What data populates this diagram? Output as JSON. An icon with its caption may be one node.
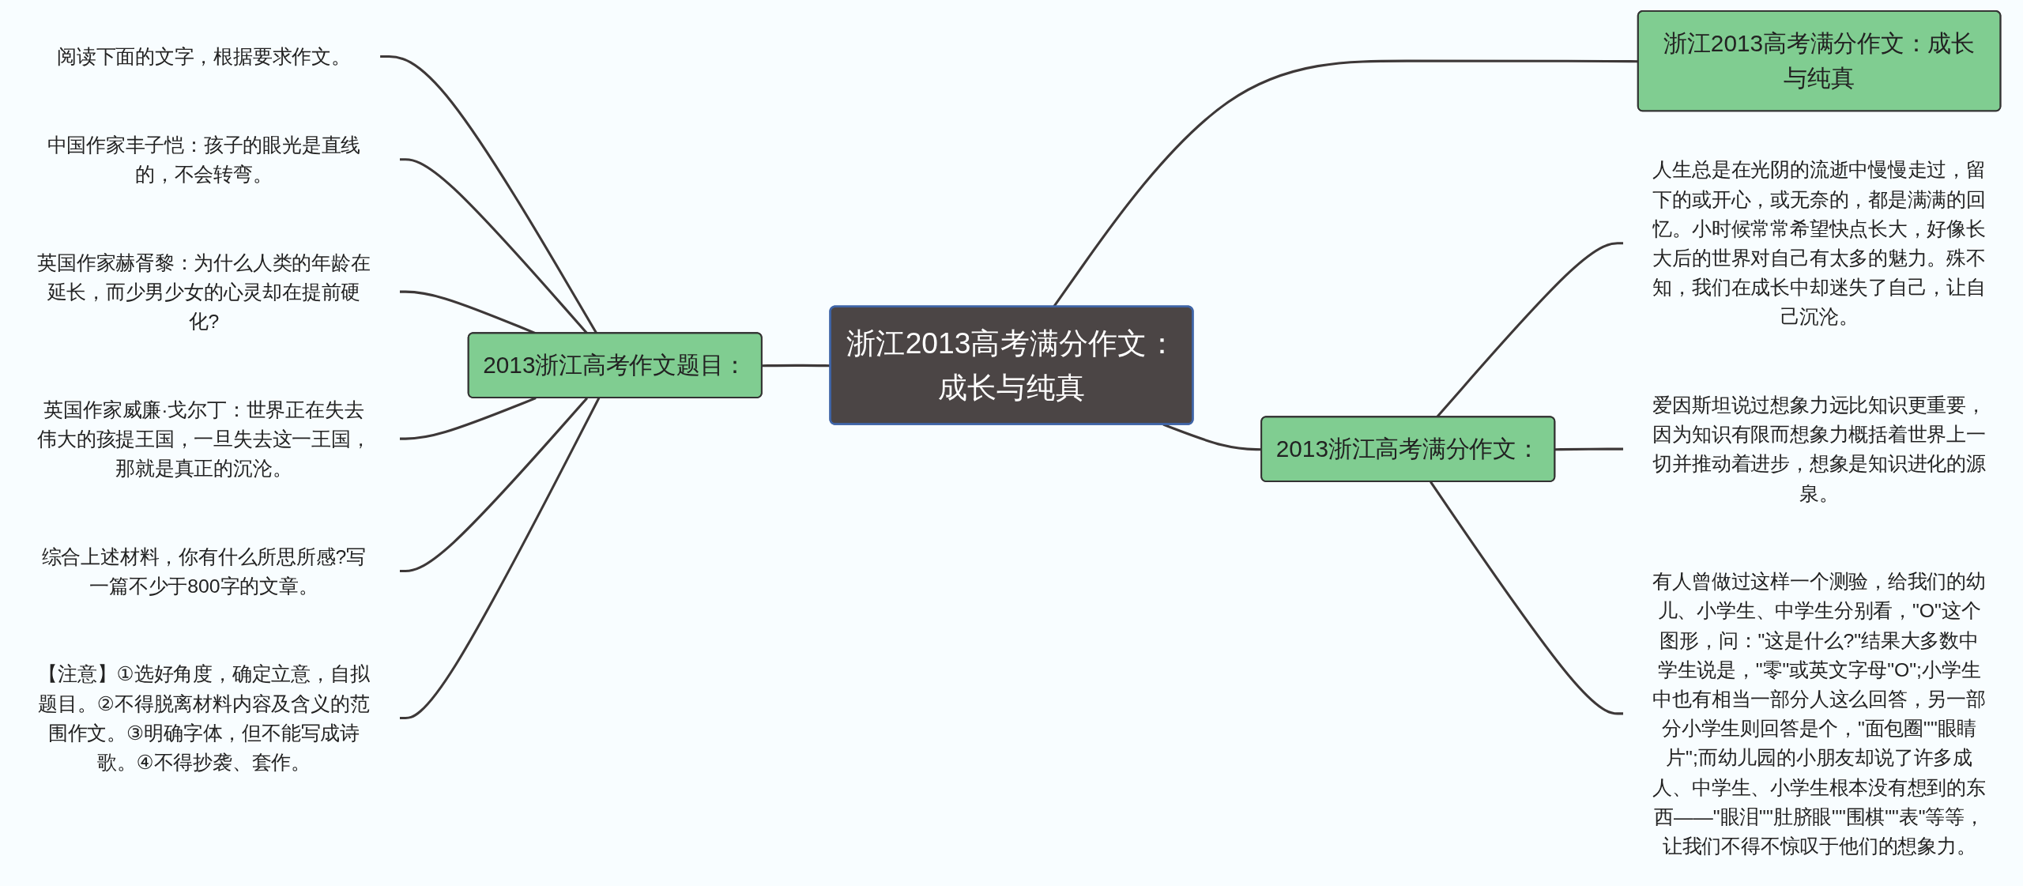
{
  "diagram": {
    "nodes": [
      {
        "text": [
          "浙江2013高考满分作文：成长与纯真"
        ]
      },
      {
        "text": [
          "2013浙江高考作文题目："
        ]
      },
      {
        "text": [
          "阅读下面的文字，根据要求作文。"
        ]
      },
      {
        "text": [
          "中国作家丰子恺：孩子的眼光是直线的，不会转弯。"
        ]
      },
      {
        "text": [
          "英国作家赫胥黎：为什么人类的年龄在延长，而少男少女的心灵却在提前硬化?"
        ]
      },
      {
        "text": [
          "英国作家威廉·戈尔丁：世界正在失去伟大的孩提王国，一旦失去这一王国，那就是真正的沉沦。"
        ]
      },
      {
        "text": [
          "综合上述材料，你有什么所思所感?写一篇不少于800字的文章。"
        ]
      },
      {
        "text": [
          "【注意】①选好角度，确定立意，自拟题目。②不得脱离材料内容及含义的范围作文。③明确字体，但不能写成诗歌。④不得抄袭、套作。"
        ]
      },
      {
        "text": [
          "浙江2013高考满分作文：成长与纯真"
        ]
      },
      {
        "text": [
          "2013浙江高考满分作文："
        ]
      },
      {
        "text": [
          "人生总是在光阴的流逝中慢慢走过，留下的或开心，或无奈的，都是满满的回忆。小时候常常希望快点长大，好像长大后的世界对自己有太多的魅力。殊不知，我们在成长中却迷失了自己，让自己沉沦。"
        ]
      },
      {
        "text": [
          "爱因斯坦说过想象力远比知识更重要，因为知识有限而想象力概括着世界上一切并推动着进步，想象是知识进化的源泉。"
        ]
      },
      {
        "text": [
          "有人曾做过这样一个测验，给我们的幼儿、小学生、中学生分别看，\"O\"这个图形，问：\"这是什么?\"结果大多数中学生说是，\"零\"或英文字母\"O\";小学生中也有相当一部分人这么回答，另一部分小学生则回答是个，\"面包圈\"\"眼睛片\";而幼儿园的小朋友却说了许多成人、中学生、小学生根本没有想到的东西——\"眼泪\"\"肚脐眼\"\"围棋\"\"表\"等等，让我们不得不惊叹于他们的想象力。"
        ]
      }
    ],
    "edges": [
      {
        "from": 2,
        "to": 1,
        "arrow": "none"
      },
      {
        "from": 3,
        "to": 1,
        "arrow": "none"
      },
      {
        "from": 4,
        "to": 1,
        "arrow": "none"
      },
      {
        "from": 5,
        "to": 1,
        "arrow": "none"
      },
      {
        "from": 6,
        "to": 1,
        "arrow": "none"
      },
      {
        "from": 7,
        "to": 1,
        "arrow": "none"
      },
      {
        "from": 1,
        "to": 0,
        "arrow": "none"
      },
      {
        "from": 0,
        "to": 8,
        "arrow": "none"
      },
      {
        "from": 0,
        "to": 9,
        "arrow": "none"
      },
      {
        "from": 9,
        "to": 10,
        "arrow": "none"
      },
      {
        "from": 9,
        "to": 11,
        "arrow": "none"
      },
      {
        "from": 9,
        "to": 12,
        "arrow": "none"
      }
    ]
  }
}
